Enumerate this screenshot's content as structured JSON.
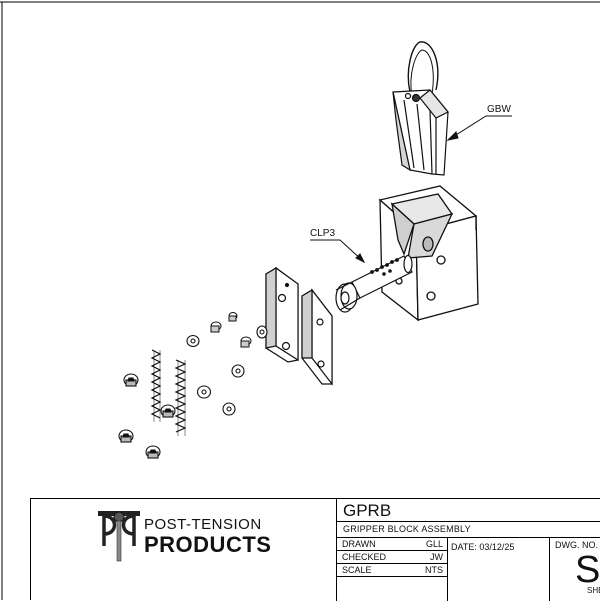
{
  "callouts": {
    "gbw": "GBW",
    "clp3": "CLP3"
  },
  "title_block": {
    "company_line1": "POST-TENSION",
    "company_line2": "PRODUCTS",
    "part_number": "GPRB",
    "description": "GRIPPER BLOCK ASSEMBLY",
    "drawn_label": "DRAWN",
    "drawn_value": "GLL",
    "checked_label": "CHECKED",
    "checked_value": "JW",
    "scale_label": "SCALE",
    "scale_value": "NTS",
    "date": "DATE: 03/12/25",
    "dwg_no_label": "DWG.  NO.",
    "size_letter": "S",
    "sheet_label": "SHE"
  },
  "colors": {
    "line": "#111111",
    "fill_light": "#ffffff",
    "fill_shade": "#c8c8c8"
  }
}
